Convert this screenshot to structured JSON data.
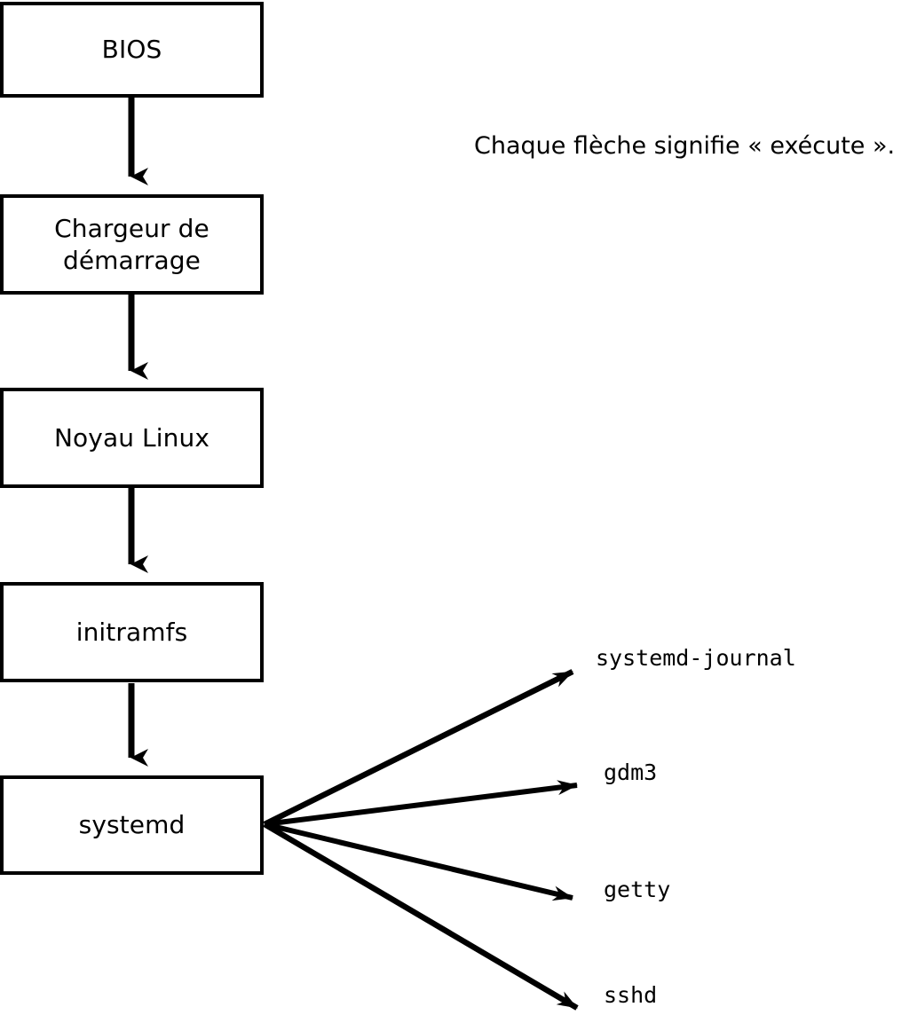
{
  "diagram": {
    "type": "flowchart",
    "title": "Linux boot process flowchart (French)",
    "annotation": {
      "text": "Chaque flèche signifie « exécute »."
    },
    "chain_nodes": [
      {
        "id": "bios",
        "label": "BIOS"
      },
      {
        "id": "bootloader",
        "label": "Chargeur de\ndémarrage"
      },
      {
        "id": "kernel",
        "label": "Noyau Linux"
      },
      {
        "id": "initramfs",
        "label": "initramfs"
      },
      {
        "id": "systemd",
        "label": "systemd"
      }
    ],
    "services": [
      {
        "id": "systemd-journal",
        "label": "systemd-journal"
      },
      {
        "id": "gdm3",
        "label": "gdm3"
      },
      {
        "id": "getty",
        "label": "getty"
      },
      {
        "id": "sshd",
        "label": "sshd"
      }
    ],
    "colors": {
      "stroke": "#000000",
      "fill": "#ffffff",
      "text": "#000000"
    }
  }
}
